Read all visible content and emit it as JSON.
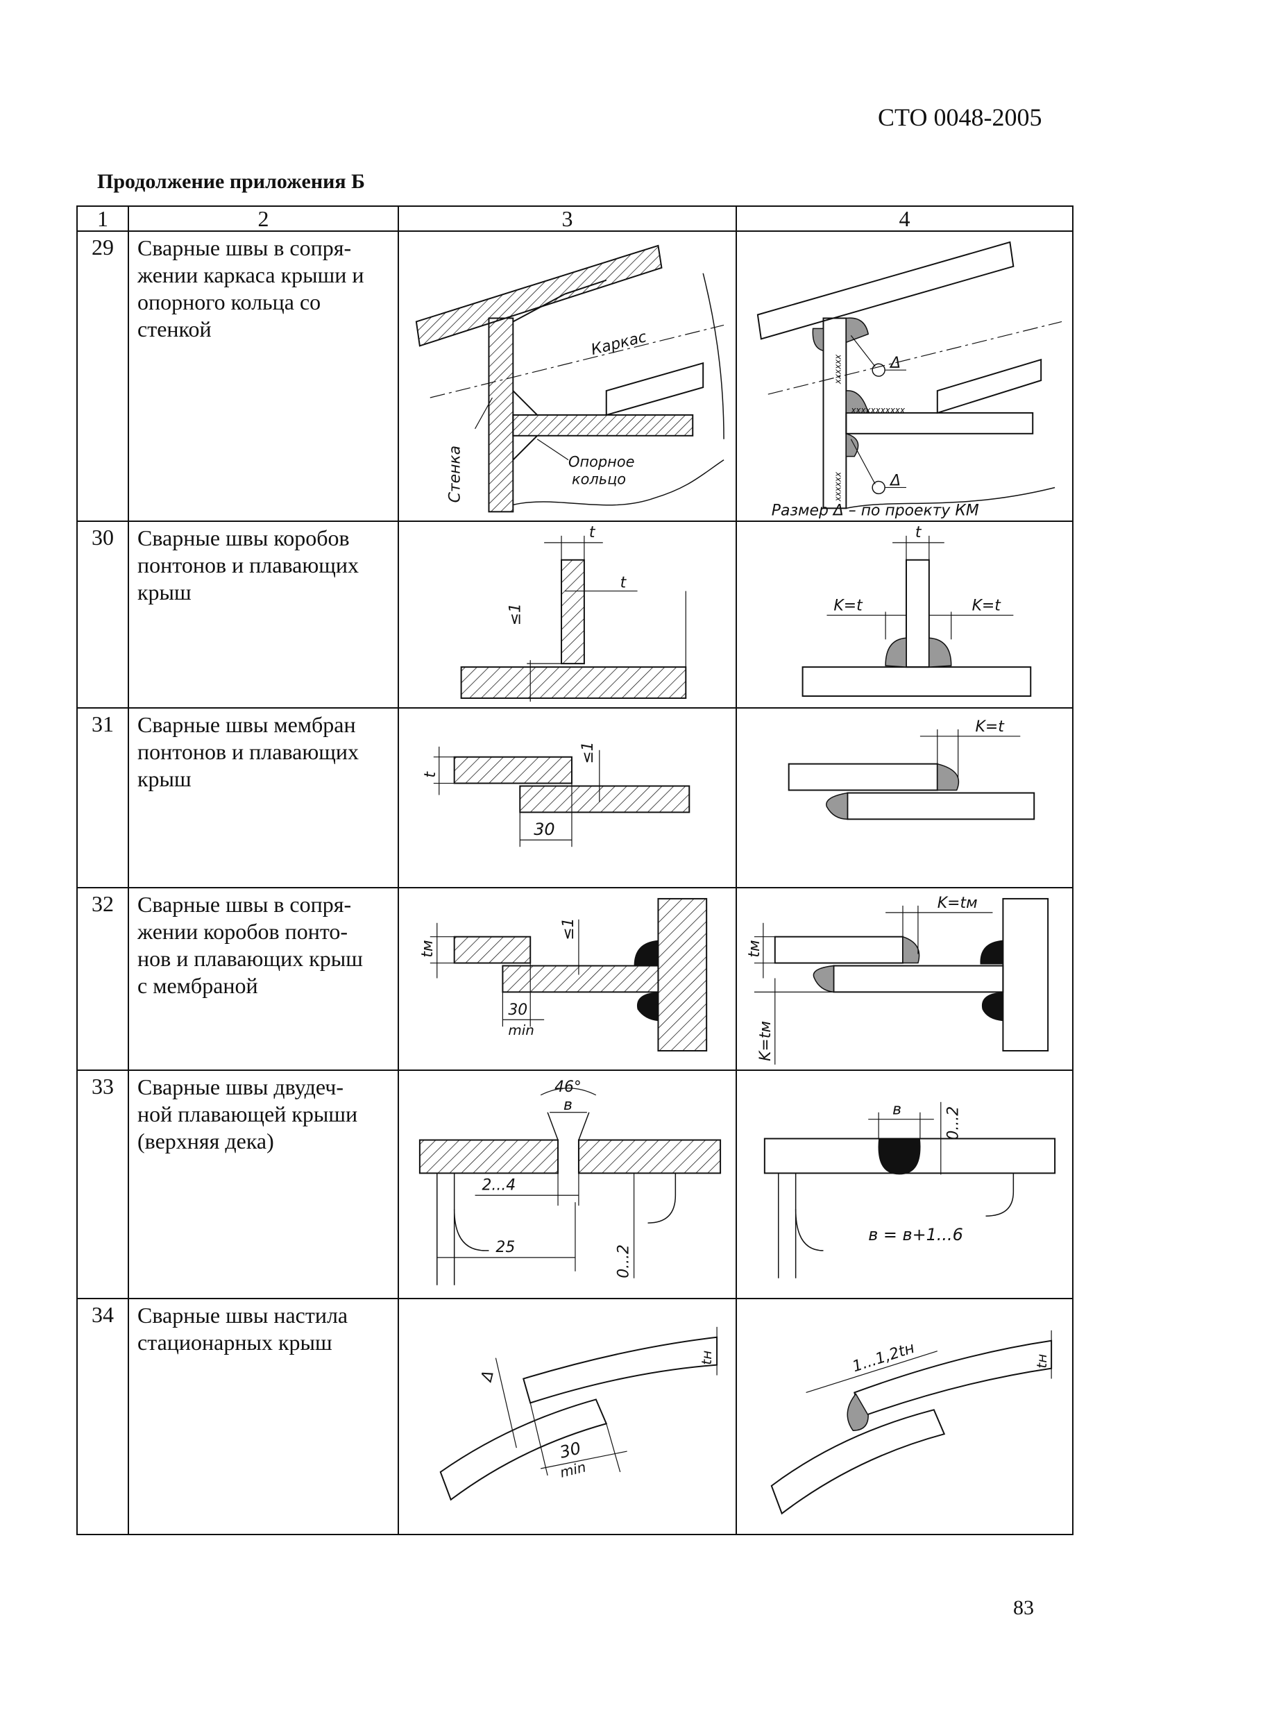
{
  "header": {
    "doc_code": "СТО 0048-2005"
  },
  "caption": "Продолжение приложения Б",
  "columns": [
    "1",
    "2",
    "3",
    "4"
  ],
  "rows": [
    {
      "num": "29",
      "lines": [
        "Сварные швы в сопря-",
        "жении каркаса крыши и",
        "опорного кольца со",
        "стенкой"
      ],
      "labels": {
        "frame": "Каркас",
        "wall": "Стенка",
        "ring_1": "Опорное",
        "ring_2": "кольцо",
        "delta": "Δ",
        "note": "Размер Δ – по проекту КМ"
      }
    },
    {
      "num": "30",
      "lines": [
        "Сварные швы коробов",
        "понтонов и плавающих",
        "крыш"
      ],
      "labels": {
        "t1": "t",
        "t2": "t",
        "gap": "≤1",
        "t3": "t",
        "k_left": "K=t",
        "k_right": "K=t"
      }
    },
    {
      "num": "31",
      "lines": [
        "Сварные швы мембран",
        "понтонов и плавающих",
        "крыш"
      ],
      "labels": {
        "t": "t",
        "gap": "≤1",
        "overlap": "30",
        "k": "K=t"
      }
    },
    {
      "num": "32",
      "lines": [
        "Сварные швы в сопря-",
        "жении коробов понто-",
        "нов и плавающих крыш",
        "с мембраной"
      ],
      "labels": {
        "tm": "tм",
        "gap": "≤1",
        "overlap": "30",
        "min": "min",
        "k_top": "K=tм",
        "tm2": "tм",
        "k_side": "K=tм"
      }
    },
    {
      "num": "33",
      "lines": [
        "Сварные швы двудеч-",
        "ной плавающей крыши",
        "(верхняя дека)"
      ],
      "labels": {
        "angle": "46°",
        "b": "в",
        "gap": "2...4",
        "len": "25",
        "thk": "0...2",
        "b2": "в",
        "thk2": "0...2",
        "formula": "в = в+1...6"
      }
    },
    {
      "num": "34",
      "lines": [
        "Сварные швы настила",
        "стационарных крыш"
      ],
      "labels": {
        "tn": "tн",
        "delta": "Δ",
        "overlap": "30",
        "min": "min",
        "weld": "1...1,2tн",
        "tn2": "tн"
      }
    }
  ],
  "page_number": "83"
}
